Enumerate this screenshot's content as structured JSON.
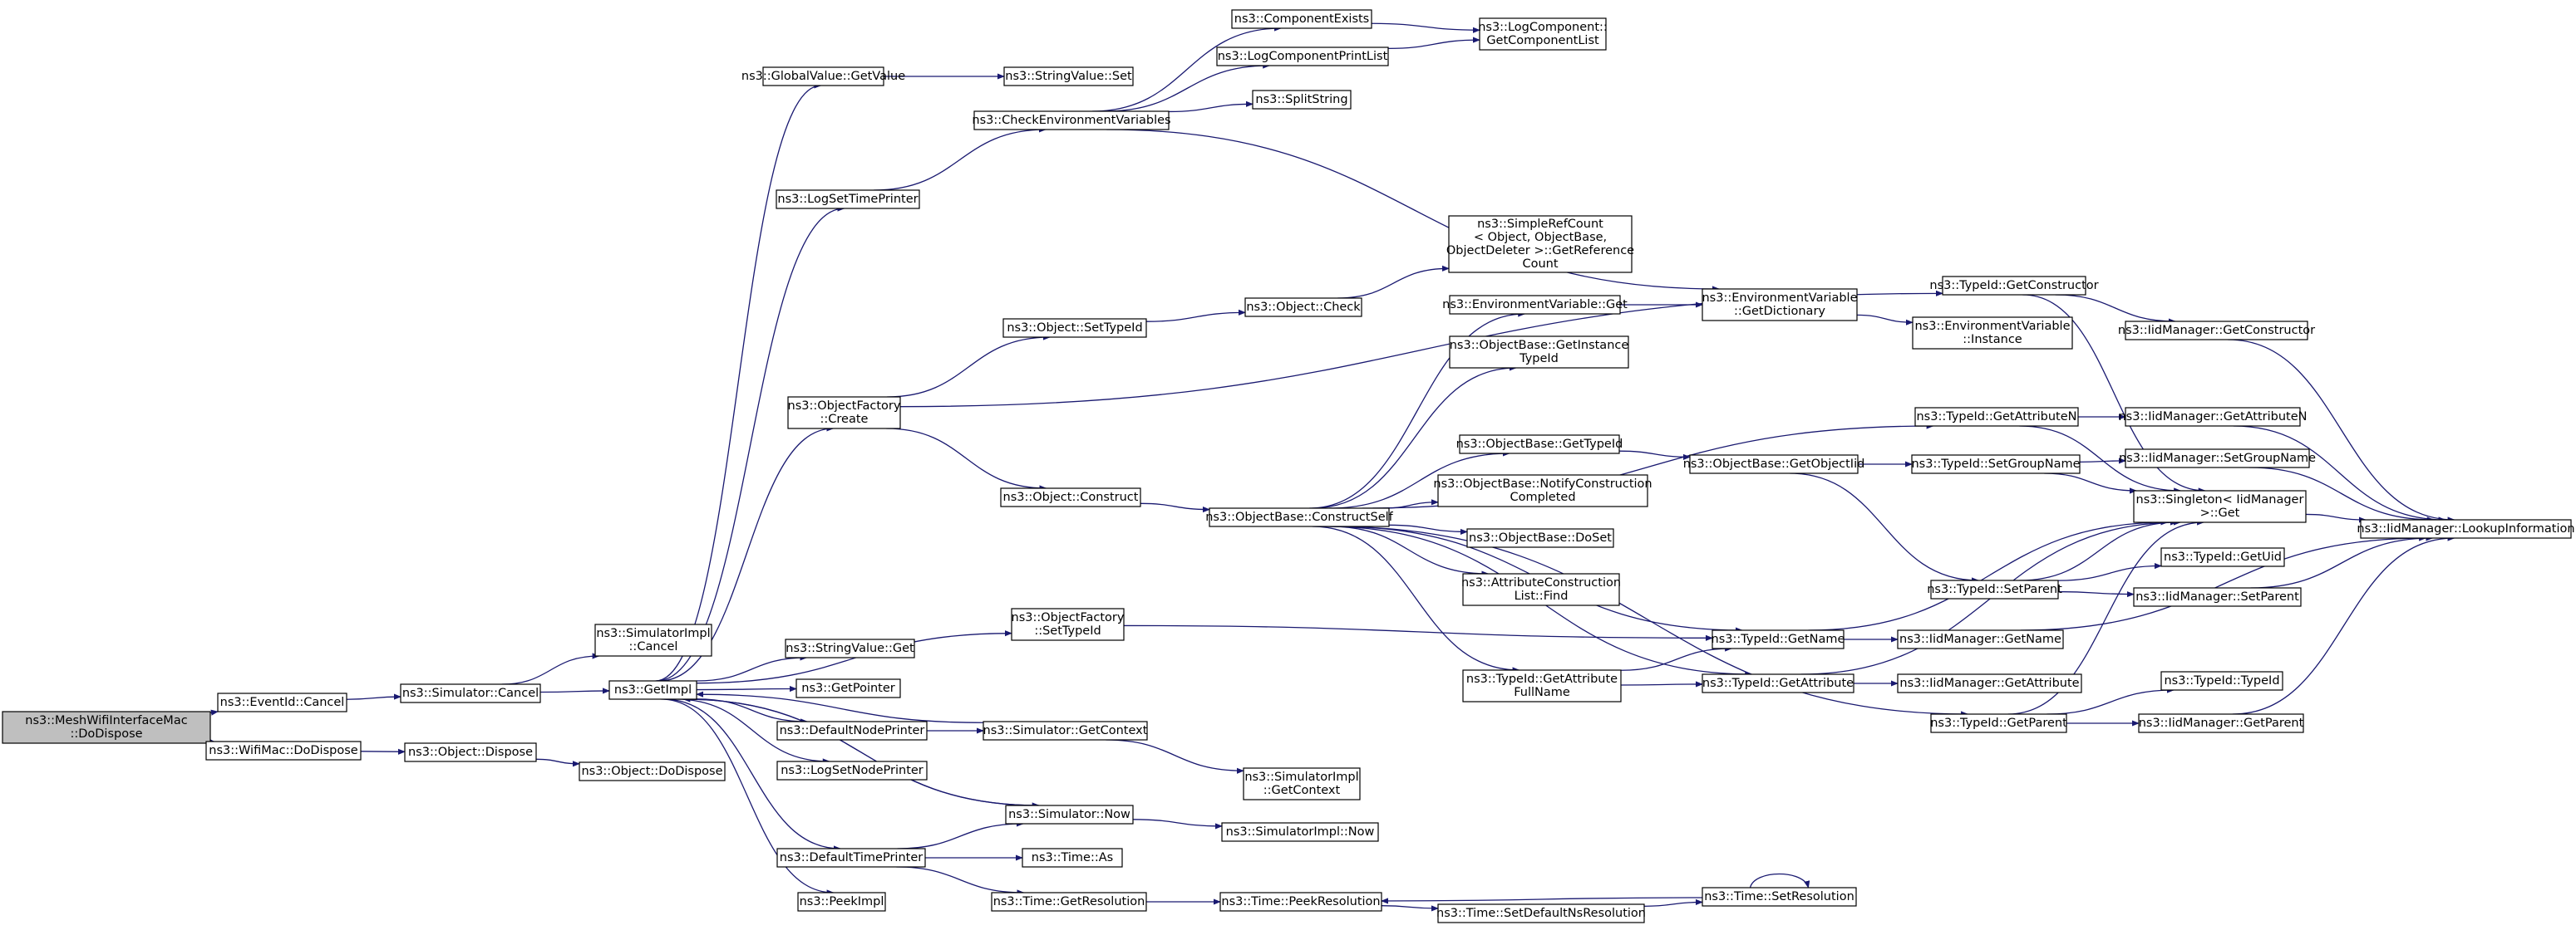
{
  "colors": {
    "edge": "#191970",
    "node_border": "#000000",
    "node_fill": "#ffffff",
    "root_fill": "#bfbfbf",
    "background": "#ffffff"
  },
  "nodes": [
    {
      "id": "mesh_dodispose",
      "lines": [
        "ns3::MeshWifiInterfaceMac",
        "::DoDispose"
      ],
      "root": true
    },
    {
      "id": "eventid_cancel",
      "lines": [
        "ns3::EventId::Cancel"
      ]
    },
    {
      "id": "wifimac_dodispose",
      "lines": [
        "ns3::WifiMac::DoDispose"
      ]
    },
    {
      "id": "sim_cancel",
      "lines": [
        "ns3::Simulator::Cancel"
      ]
    },
    {
      "id": "obj_dispose",
      "lines": [
        "ns3::Object::Dispose"
      ]
    },
    {
      "id": "obj_dodispose",
      "lines": [
        "ns3::Object::DoDispose"
      ]
    },
    {
      "id": "simimpl_cancel",
      "lines": [
        "ns3::SimulatorImpl",
        "::Cancel"
      ]
    },
    {
      "id": "getimpl",
      "lines": [
        "ns3::GetImpl"
      ]
    },
    {
      "id": "gv_getvalue",
      "lines": [
        "ns3::GlobalValue::GetValue"
      ]
    },
    {
      "id": "sv_set",
      "lines": [
        "ns3::StringValue::Set"
      ]
    },
    {
      "id": "logsettimeprinter",
      "lines": [
        "ns3::LogSetTimePrinter"
      ]
    },
    {
      "id": "checkenv",
      "lines": [
        "ns3::CheckEnvironmentVariables"
      ]
    },
    {
      "id": "compexists",
      "lines": [
        "ns3::ComponentExists"
      ]
    },
    {
      "id": "logcompprint",
      "lines": [
        "ns3::LogComponentPrintList"
      ]
    },
    {
      "id": "splitstring",
      "lines": [
        "ns3::SplitString"
      ]
    },
    {
      "id": "logcomp_getlist",
      "lines": [
        "ns3::LogComponent::",
        "GetComponentList"
      ]
    },
    {
      "id": "objfactory_create",
      "lines": [
        "ns3::ObjectFactory",
        "::Create"
      ]
    },
    {
      "id": "obj_settypeid",
      "lines": [
        "ns3::Object::SetTypeId"
      ]
    },
    {
      "id": "obj_check",
      "lines": [
        "ns3::Object::Check"
      ]
    },
    {
      "id": "simplerefcount",
      "lines": [
        "ns3::SimpleRefCount",
        "< Object, ObjectBase,",
        "ObjectDeleter >::GetReference",
        "Count"
      ]
    },
    {
      "id": "obj_construct",
      "lines": [
        "ns3::Object::Construct"
      ]
    },
    {
      "id": "ob_constructself",
      "lines": [
        "ns3::ObjectBase::ConstructSelf"
      ]
    },
    {
      "id": "envvar_get",
      "lines": [
        "ns3::EnvironmentVariable::Get"
      ]
    },
    {
      "id": "envvar_getdict",
      "lines": [
        "ns3::EnvironmentVariable",
        "::GetDictionary"
      ]
    },
    {
      "id": "envvar_instance",
      "lines": [
        "ns3::EnvironmentVariable",
        "::Instance"
      ]
    },
    {
      "id": "ob_getinstancetypeid",
      "lines": [
        "ns3::ObjectBase::GetInstance",
        "TypeId"
      ]
    },
    {
      "id": "ob_gettypeid",
      "lines": [
        "ns3::ObjectBase::GetTypeId"
      ]
    },
    {
      "id": "ob_getobjectiid",
      "lines": [
        "ns3::ObjectBase::GetObjectIid"
      ]
    },
    {
      "id": "ob_notifyconstruct",
      "lines": [
        "ns3::ObjectBase::NotifyConstruction",
        "Completed"
      ]
    },
    {
      "id": "ob_doset",
      "lines": [
        "ns3::ObjectBase::DoSet"
      ]
    },
    {
      "id": "attrconstruct_find",
      "lines": [
        "ns3::AttributeConstruction",
        "List::Find"
      ]
    },
    {
      "id": "typeid_getconstructor",
      "lines": [
        "ns3::TypeId::GetConstructor"
      ]
    },
    {
      "id": "iid_getconstructor",
      "lines": [
        "ns3::IidManager::GetConstructor"
      ]
    },
    {
      "id": "typeid_getattributen",
      "lines": [
        "ns3::TypeId::GetAttributeN"
      ]
    },
    {
      "id": "iid_getattributen",
      "lines": [
        "ns3::IidManager::GetAttributeN"
      ]
    },
    {
      "id": "typeid_setgroupname",
      "lines": [
        "ns3::TypeId::SetGroupName"
      ]
    },
    {
      "id": "iid_setgroupname",
      "lines": [
        "ns3::IidManager::SetGroupName"
      ]
    },
    {
      "id": "singleton_get",
      "lines": [
        "ns3::Singleton< IidManager",
        " >::Get"
      ]
    },
    {
      "id": "iid_lookup",
      "lines": [
        "ns3::IidManager::LookupInformation"
      ]
    },
    {
      "id": "typeid_setparent",
      "lines": [
        "ns3::TypeId::SetParent"
      ]
    },
    {
      "id": "typeid_getuid",
      "lines": [
        "ns3::TypeId::GetUid"
      ]
    },
    {
      "id": "iid_setparent",
      "lines": [
        "ns3::IidManager::SetParent"
      ]
    },
    {
      "id": "typeid_getname",
      "lines": [
        "ns3::TypeId::GetName"
      ]
    },
    {
      "id": "iid_getname",
      "lines": [
        "ns3::IidManager::GetName"
      ]
    },
    {
      "id": "typeid_getattrfullname",
      "lines": [
        "ns3::TypeId::GetAttribute",
        "FullName"
      ]
    },
    {
      "id": "typeid_getattribute",
      "lines": [
        "ns3::TypeId::GetAttribute"
      ]
    },
    {
      "id": "iid_getattribute",
      "lines": [
        "ns3::IidManager::GetAttribute"
      ]
    },
    {
      "id": "typeid_typeid",
      "lines": [
        "ns3::TypeId::TypeId"
      ]
    },
    {
      "id": "typeid_getparent",
      "lines": [
        "ns3::TypeId::GetParent"
      ]
    },
    {
      "id": "iid_getparent",
      "lines": [
        "ns3::IidManager::GetParent"
      ]
    },
    {
      "id": "objfactory_settypeid",
      "lines": [
        "ns3::ObjectFactory",
        "::SetTypeId"
      ]
    },
    {
      "id": "sv_get",
      "lines": [
        "ns3::StringValue::Get"
      ]
    },
    {
      "id": "getpointer",
      "lines": [
        "ns3::GetPointer"
      ]
    },
    {
      "id": "defaultnodeprinter",
      "lines": [
        "ns3::DefaultNodePrinter"
      ]
    },
    {
      "id": "sim_getcontext",
      "lines": [
        "ns3::Simulator::GetContext"
      ]
    },
    {
      "id": "simimpl_getcontext",
      "lines": [
        "ns3::SimulatorImpl",
        "::GetContext"
      ]
    },
    {
      "id": "logsetnodeprinter",
      "lines": [
        "ns3::LogSetNodePrinter"
      ]
    },
    {
      "id": "sim_now",
      "lines": [
        "ns3::Simulator::Now"
      ]
    },
    {
      "id": "simimpl_now",
      "lines": [
        "ns3::SimulatorImpl::Now"
      ]
    },
    {
      "id": "defaulttimeprinter",
      "lines": [
        "ns3::DefaultTimePrinter"
      ]
    },
    {
      "id": "time_as",
      "lines": [
        "ns3::Time::As"
      ]
    },
    {
      "id": "peekimpl",
      "lines": [
        "ns3::PeekImpl"
      ]
    },
    {
      "id": "time_getresolution",
      "lines": [
        "ns3::Time::GetResolution"
      ]
    },
    {
      "id": "time_peekresolution",
      "lines": [
        "ns3::Time::PeekResolution"
      ]
    },
    {
      "id": "time_setdefaultns",
      "lines": [
        "ns3::Time::SetDefaultNsResolution"
      ]
    },
    {
      "id": "time_setresolution",
      "lines": [
        "ns3::Time::SetResolution"
      ]
    }
  ],
  "edges": [
    [
      "mesh_dodispose",
      "eventid_cancel"
    ],
    [
      "mesh_dodispose",
      "wifimac_dodispose"
    ],
    [
      "eventid_cancel",
      "sim_cancel"
    ],
    [
      "wifimac_dodispose",
      "obj_dispose"
    ],
    [
      "obj_dispose",
      "obj_dodispose"
    ],
    [
      "sim_cancel",
      "simimpl_cancel"
    ],
    [
      "sim_cancel",
      "getimpl"
    ],
    [
      "getimpl",
      "gv_getvalue"
    ],
    [
      "getimpl",
      "logsettimeprinter"
    ],
    [
      "getimpl",
      "objfactory_create"
    ],
    [
      "getimpl",
      "objfactory_settypeid"
    ],
    [
      "getimpl",
      "sv_get"
    ],
    [
      "getimpl",
      "getpointer"
    ],
    [
      "getimpl",
      "defaultnodeprinter"
    ],
    [
      "getimpl",
      "logsetnodeprinter"
    ],
    [
      "getimpl",
      "sim_now"
    ],
    [
      "getimpl",
      "defaulttimeprinter"
    ],
    [
      "getimpl",
      "peekimpl"
    ],
    [
      "gv_getvalue",
      "sv_set"
    ],
    [
      "logsettimeprinter",
      "checkenv"
    ],
    [
      "checkenv",
      "compexists"
    ],
    [
      "checkenv",
      "logcompprint"
    ],
    [
      "checkenv",
      "splitstring"
    ],
    [
      "checkenv",
      "envvar_getdict"
    ],
    [
      "compexists",
      "logcomp_getlist"
    ],
    [
      "logcompprint",
      "logcomp_getlist"
    ],
    [
      "objfactory_create",
      "typeid_getconstructor"
    ],
    [
      "objfactory_create",
      "obj_settypeid"
    ],
    [
      "objfactory_create",
      "obj_construct"
    ],
    [
      "obj_settypeid",
      "obj_check"
    ],
    [
      "obj_check",
      "simplerefcount"
    ],
    [
      "obj_construct",
      "ob_constructself"
    ],
    [
      "ob_constructself",
      "envvar_get"
    ],
    [
      "ob_constructself",
      "ob_getinstancetypeid"
    ],
    [
      "ob_constructself",
      "typeid_getattributen"
    ],
    [
      "ob_constructself",
      "ob_gettypeid"
    ],
    [
      "ob_constructself",
      "ob_notifyconstruct"
    ],
    [
      "ob_constructself",
      "ob_doset"
    ],
    [
      "ob_constructself",
      "attrconstruct_find"
    ],
    [
      "ob_constructself",
      "typeid_getname"
    ],
    [
      "ob_constructself",
      "typeid_getattrfullname"
    ],
    [
      "ob_constructself",
      "typeid_getattribute"
    ],
    [
      "ob_constructself",
      "typeid_getparent"
    ],
    [
      "envvar_get",
      "envvar_getdict"
    ],
    [
      "envvar_getdict",
      "envvar_instance"
    ],
    [
      "ob_gettypeid",
      "ob_getobjectiid"
    ],
    [
      "ob_getobjectiid",
      "typeid_setgroupname"
    ],
    [
      "ob_getobjectiid",
      "typeid_setparent"
    ],
    [
      "typeid_getconstructor",
      "iid_getconstructor"
    ],
    [
      "typeid_getconstructor",
      "singleton_get"
    ],
    [
      "iid_getconstructor",
      "iid_lookup"
    ],
    [
      "typeid_getattributen",
      "iid_getattributen"
    ],
    [
      "typeid_getattributen",
      "singleton_get"
    ],
    [
      "iid_getattributen",
      "iid_lookup"
    ],
    [
      "typeid_setgroupname",
      "iid_setgroupname"
    ],
    [
      "typeid_setgroupname",
      "singleton_get"
    ],
    [
      "iid_setgroupname",
      "iid_lookup"
    ],
    [
      "singleton_get",
      "iid_lookup"
    ],
    [
      "typeid_setparent",
      "typeid_getuid"
    ],
    [
      "typeid_setparent",
      "iid_setparent"
    ],
    [
      "typeid_setparent",
      "singleton_get"
    ],
    [
      "iid_setparent",
      "iid_lookup"
    ],
    [
      "typeid_getname",
      "iid_getname"
    ],
    [
      "typeid_getname",
      "singleton_get"
    ],
    [
      "iid_getname",
      "iid_lookup"
    ],
    [
      "typeid_getattrfullname",
      "typeid_getname"
    ],
    [
      "typeid_getattrfullname",
      "typeid_getattribute"
    ],
    [
      "typeid_getattribute",
      "iid_getattribute"
    ],
    [
      "typeid_getattribute",
      "singleton_get"
    ],
    [
      "typeid_getparent",
      "typeid_typeid"
    ],
    [
      "typeid_getparent",
      "iid_getparent"
    ],
    [
      "typeid_getparent",
      "singleton_get"
    ],
    [
      "iid_getparent",
      "iid_lookup"
    ],
    [
      "objfactory_settypeid",
      "typeid_getname"
    ],
    [
      "defaultnodeprinter",
      "sim_getcontext"
    ],
    [
      "sim_getcontext",
      "getimpl"
    ],
    [
      "sim_getcontext",
      "simimpl_getcontext"
    ],
    [
      "sim_now",
      "getimpl"
    ],
    [
      "sim_now",
      "simimpl_now"
    ],
    [
      "defaulttimeprinter",
      "sim_now"
    ],
    [
      "defaulttimeprinter",
      "time_as"
    ],
    [
      "defaulttimeprinter",
      "time_getresolution"
    ],
    [
      "time_getresolution",
      "time_peekresolution"
    ],
    [
      "time_peekresolution",
      "time_setdefaultns"
    ],
    [
      "time_setdefaultns",
      "time_setresolution"
    ],
    [
      "time_setresolution",
      "time_peekresolution"
    ],
    [
      "time_setresolution",
      "time_setresolution"
    ]
  ]
}
